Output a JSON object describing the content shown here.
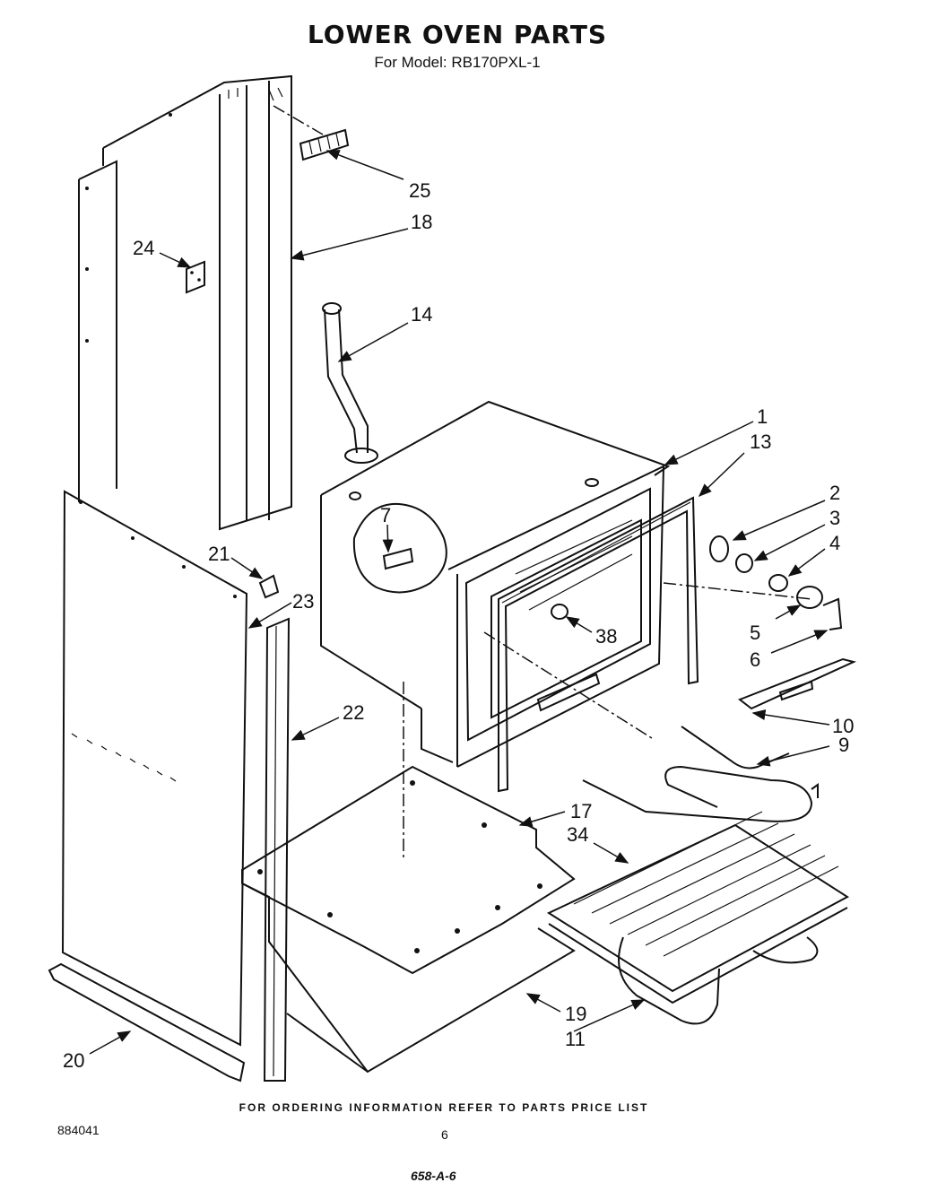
{
  "header": {
    "title": "LOWER OVEN PARTS",
    "subtitle": "For Model: RB170PXL-1"
  },
  "callouts": [
    "25",
    "18",
    "24",
    "14",
    "1",
    "13",
    "2",
    "3",
    "4",
    "7",
    "21",
    "23",
    "38",
    "5",
    "6",
    "10",
    "22",
    "9",
    "17",
    "34",
    "19",
    "11",
    "20"
  ],
  "footer": {
    "ordering_note": "FOR ORDERING INFORMATION REFER TO PARTS PRICE LIST",
    "doc_number": "884041",
    "page_number": "6",
    "handwritten_note": "658-A-6"
  }
}
